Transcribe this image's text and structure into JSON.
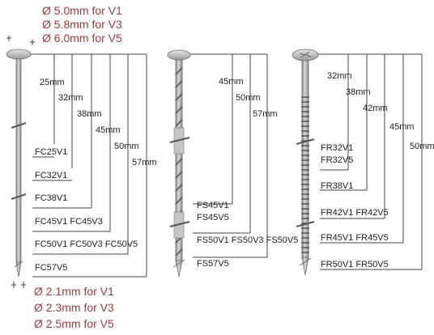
{
  "head_diameters": [
    "Ø 5.0mm for V1",
    "Ø 5.8mm for V3",
    "Ø 6.0mm for V5"
  ],
  "shank_diameters": [
    "Ø 2.1mm for V1",
    "Ø 2.3mm for V3",
    "Ø 2.5mm for V5"
  ],
  "smooth": {
    "lengths": [
      "25mm",
      "32mm",
      "38mm",
      "45mm",
      "50mm",
      "57mm"
    ],
    "models": [
      "FC25V1",
      "FC32V1",
      "FC38V1",
      "FC45V1 FC45V3",
      "FC50V1 FC50V3 FC50V5",
      "FC57V5"
    ]
  },
  "screw": {
    "lengths": [
      "45mm",
      "50mm",
      "57mm"
    ],
    "models": [
      "FS45V1",
      "FS45V5",
      "FS50V1 FS50V3 FS50V5",
      "FS57V5"
    ]
  },
  "ring": {
    "lengths": [
      "32mm",
      "38mm",
      "42mm",
      "45mm",
      "50mm"
    ],
    "models": [
      "FR32V1",
      "FR32V5",
      "FR38V1",
      "FR42V1 FR42V5",
      "FR45V1 FR45V5",
      "FR50V1 FR50V5"
    ]
  },
  "colors": {
    "accent": "#9b3b38",
    "line": "#444444",
    "nail_body": "#b9b9b9"
  }
}
